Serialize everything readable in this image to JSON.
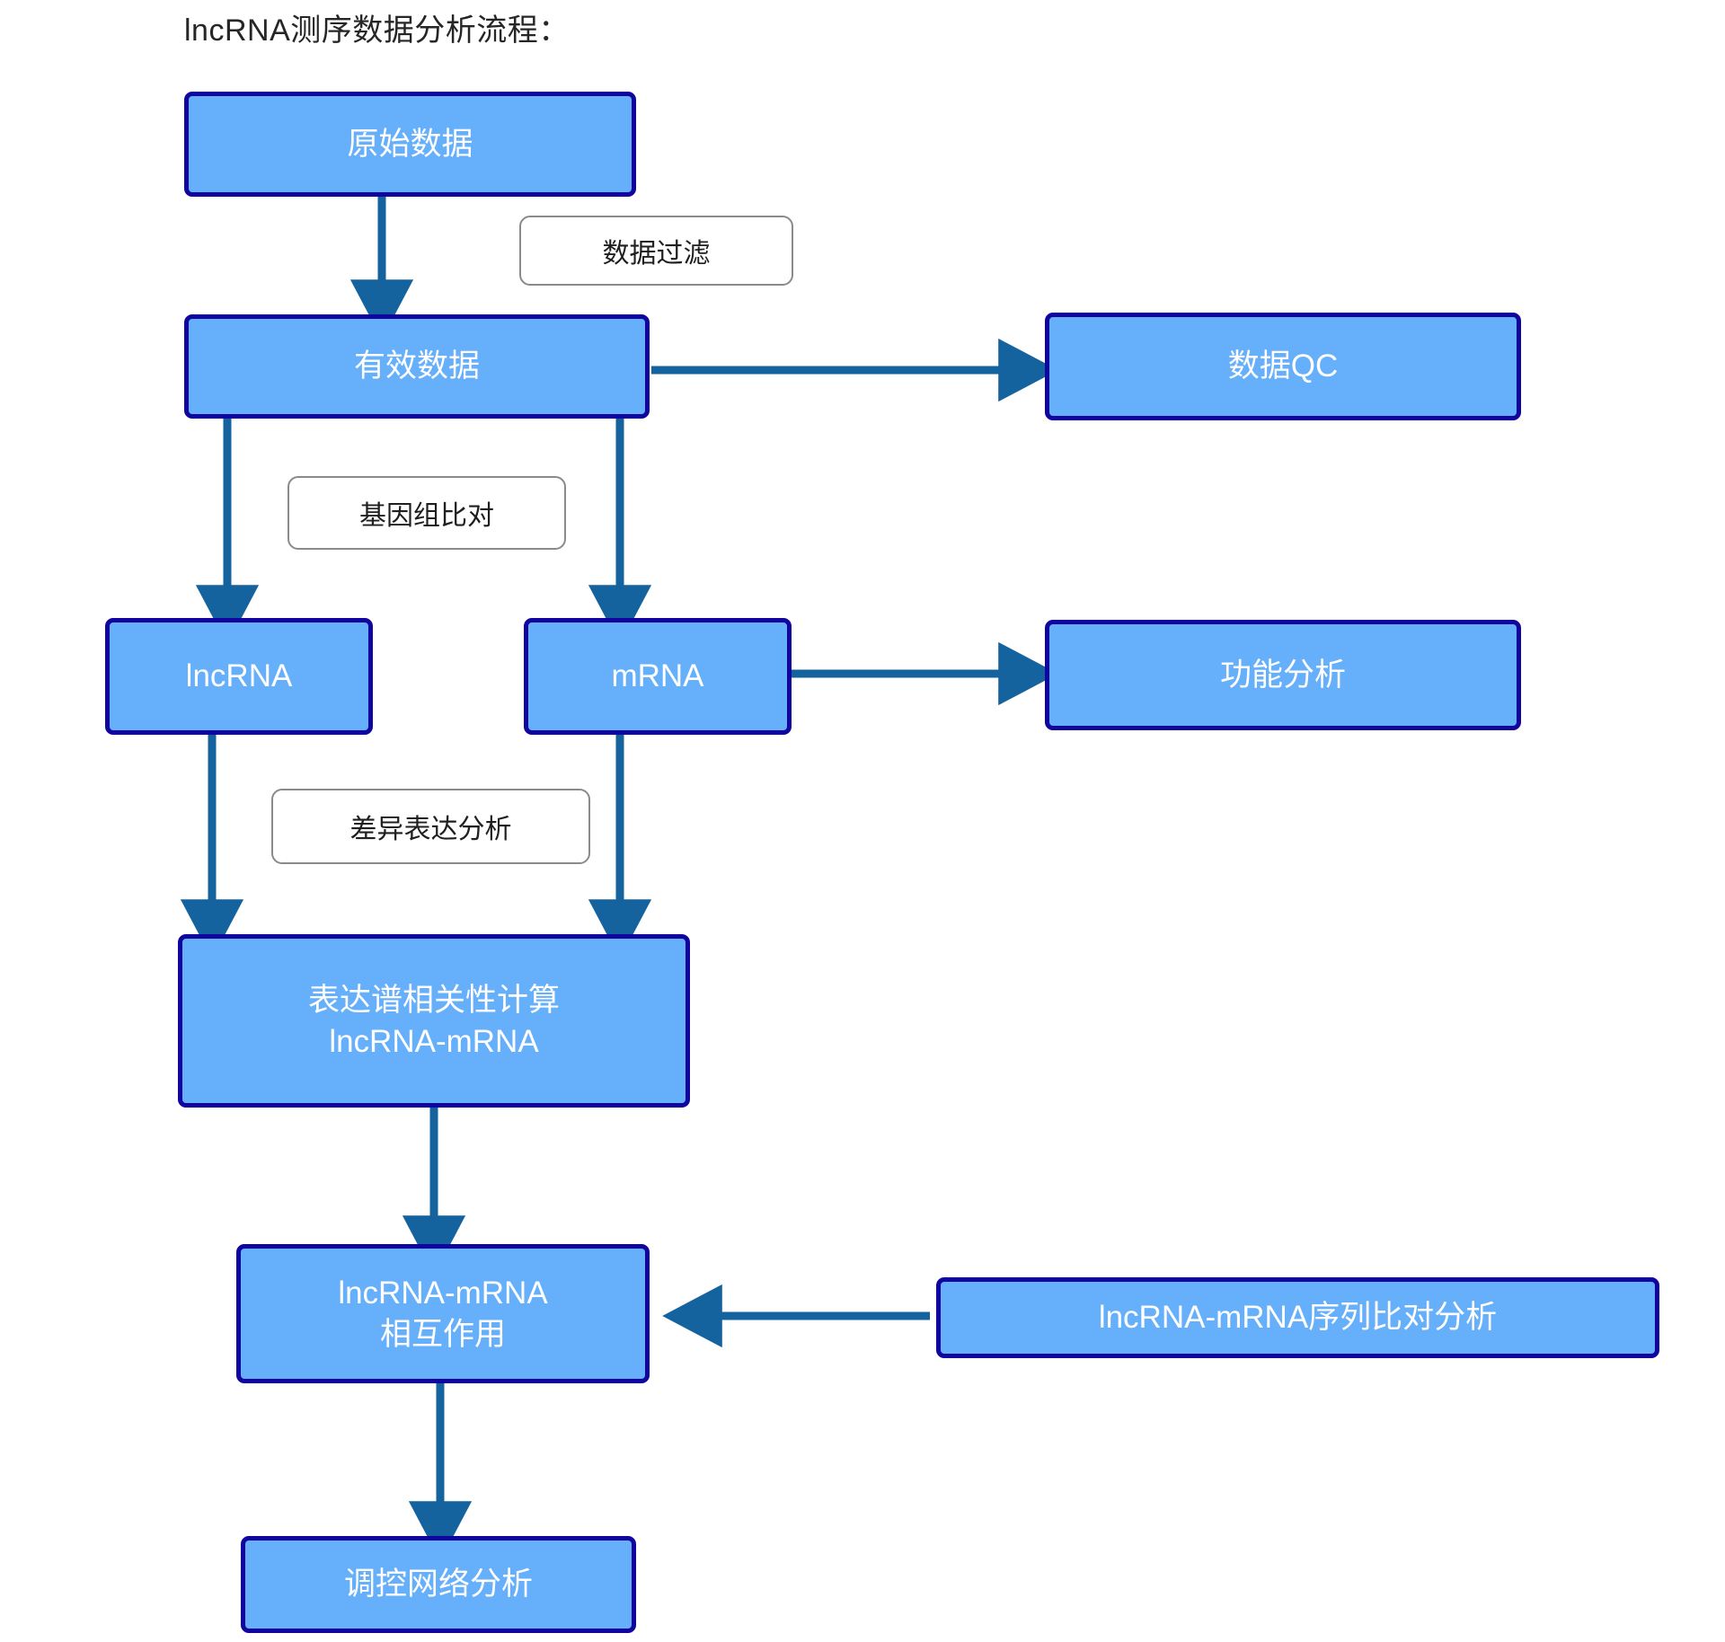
{
  "page": {
    "title": "lncRNA测序数据分析流程：",
    "background": "#ffffff"
  },
  "theme": {
    "node_fill": "#66AFFA",
    "node_border": "#10069F",
    "node_text": "#ffffff",
    "arrow_color": "#14639E",
    "label_border": "#8a8a8a",
    "label_fill": "#ffffff",
    "label_text": "#1f1f1f",
    "title_color": "#262626"
  },
  "diagram": {
    "type": "flowchart",
    "orientation": "top-to-bottom",
    "nodes": [
      {
        "id": "raw",
        "label": "原始数据",
        "line2": ""
      },
      {
        "id": "valid",
        "label": "有效数据",
        "line2": ""
      },
      {
        "id": "qc",
        "label": "数据QC",
        "line2": ""
      },
      {
        "id": "lncrna",
        "label": "lncRNA",
        "line2": ""
      },
      {
        "id": "mrna",
        "label": "mRNA",
        "line2": ""
      },
      {
        "id": "func",
        "label": "功能分析",
        "line2": ""
      },
      {
        "id": "corr",
        "label": "表达谱相关性计算",
        "line2": "lncRNA-mRNA"
      },
      {
        "id": "interact",
        "label": "lncRNA-mRNA",
        "line2": "相互作用"
      },
      {
        "id": "seqalign",
        "label": "lncRNA-mRNA序列比对分析",
        "line2": ""
      },
      {
        "id": "network",
        "label": "调控网络分析",
        "line2": ""
      }
    ],
    "edge_labels": [
      {
        "id": "filter",
        "label": "数据过滤"
      },
      {
        "id": "align",
        "label": "基因组比对"
      },
      {
        "id": "deg",
        "label": "差异表达分析"
      }
    ],
    "edges": [
      {
        "from": "raw",
        "to": "valid",
        "label": "数据过滤",
        "direction": "down"
      },
      {
        "from": "valid",
        "to": "qc",
        "label": "",
        "direction": "right"
      },
      {
        "from": "valid",
        "to": "lncrna",
        "label": "基因组比对",
        "direction": "down"
      },
      {
        "from": "valid",
        "to": "mrna",
        "label": "基因组比对",
        "direction": "down"
      },
      {
        "from": "mrna",
        "to": "func",
        "label": "",
        "direction": "right"
      },
      {
        "from": "lncrna",
        "to": "corr",
        "label": "差异表达分析",
        "direction": "down"
      },
      {
        "from": "mrna",
        "to": "corr",
        "label": "差异表达分析",
        "direction": "down"
      },
      {
        "from": "corr",
        "to": "interact",
        "label": "",
        "direction": "down"
      },
      {
        "from": "seqalign",
        "to": "interact",
        "label": "",
        "direction": "left"
      },
      {
        "from": "interact",
        "to": "network",
        "label": "",
        "direction": "down"
      }
    ]
  }
}
